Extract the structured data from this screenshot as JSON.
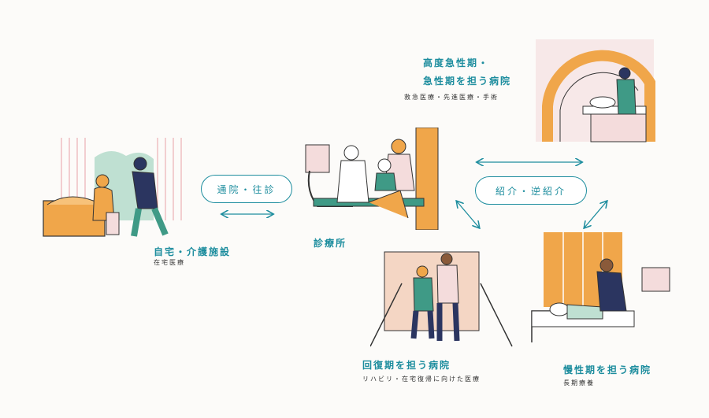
{
  "nodes": {
    "home": {
      "title": "自宅・介護施設",
      "sub": "在宅医療"
    },
    "clinic": {
      "title": "診療所"
    },
    "acute": {
      "title_line1": "高度急性期・",
      "title_line2": "急性期を担う病院",
      "sub": "救急医療・先進医療・手術"
    },
    "recovery": {
      "title": "回復期を担う病院",
      "sub": "リハビリ・在宅復帰に向けた医療"
    },
    "chronic": {
      "title": "慢性期を担う病院",
      "sub": "長期療養"
    }
  },
  "connections": {
    "visit": "通院・往診",
    "referral": "紹介・逆紹介"
  },
  "colors": {
    "accent": "#1d8d9e",
    "orange": "#f0a64a",
    "pink": "#f4dcdc",
    "green": "#3f9a86"
  }
}
